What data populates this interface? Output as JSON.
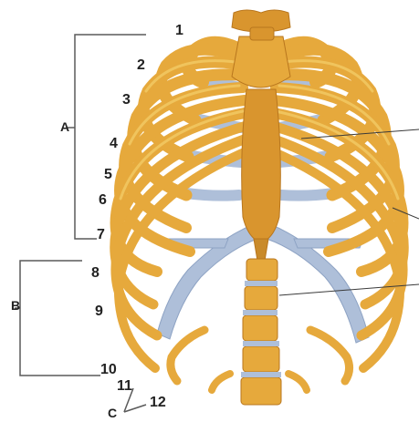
{
  "diagram": {
    "rib_numbers": [
      "1",
      "2",
      "3",
      "4",
      "5",
      "6",
      "7",
      "8",
      "9",
      "10",
      "11",
      "12"
    ],
    "group_labels": {
      "a": "A",
      "b": "B",
      "c": "C"
    },
    "colors": {
      "bone": "#e6a93c",
      "bone_light": "#f2c761",
      "bone_dark": "#b8761e",
      "cartilage": "#aebfd9",
      "cartilage_dark": "#8ea3c4",
      "sternum": "#d9952e",
      "line": "#5a5a5a",
      "text": "#222222"
    }
  }
}
